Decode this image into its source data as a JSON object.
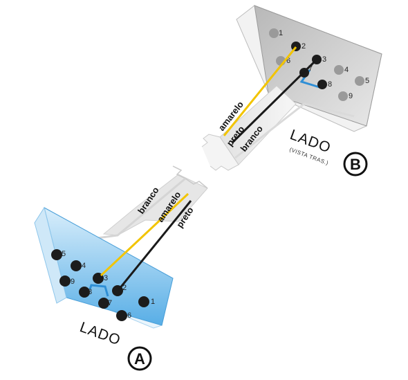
{
  "connector_a": {
    "label": "LADO",
    "badge": "A",
    "color": "#5aaee8",
    "pins": [
      "1",
      "2",
      "3",
      "4",
      "5",
      "6",
      "7",
      "8",
      "9"
    ]
  },
  "connector_b": {
    "label": "LADO",
    "badge": "B",
    "note": "(VISTA TRAS.)",
    "color": "#9a9a9a",
    "pins": [
      "1",
      "2",
      "3",
      "4",
      "5",
      "6",
      "7",
      "8",
      "9"
    ]
  },
  "wires": {
    "yellow": "amarelo",
    "black": "preto",
    "white": "branco",
    "yellow_color": "#f2c400",
    "black_color": "#1a1a1a",
    "jumper_color": "#2f8fd6"
  }
}
